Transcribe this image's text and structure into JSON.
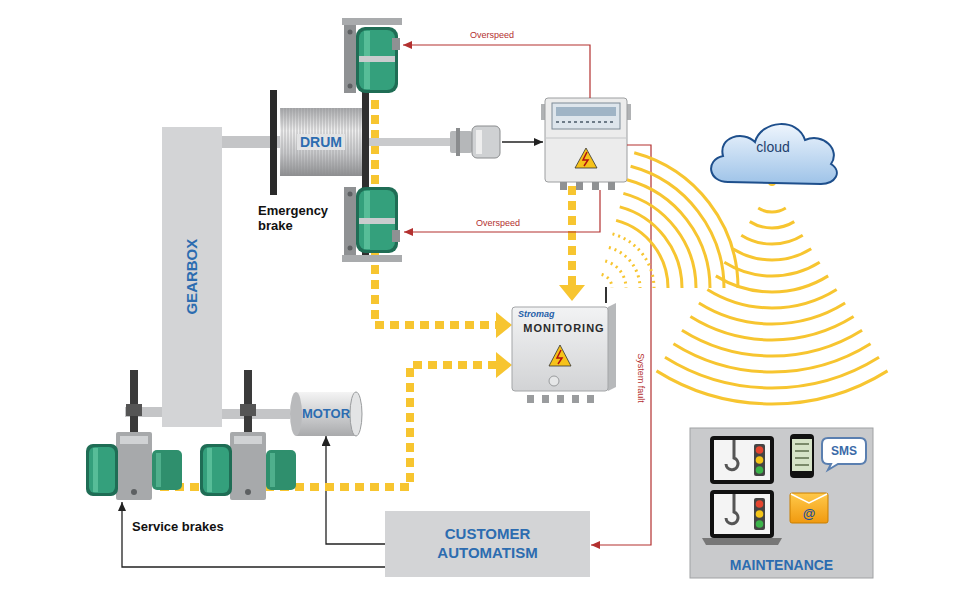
{
  "diagram": {
    "nodes": [
      {
        "text": [
          "DRUM"
        ]
      },
      {
        "text": [
          "cloud"
        ]
      },
      {
        "text": [
          "GEARBOX"
        ]
      },
      {
        "text": [
          "Stromag",
          "MONITORING"
        ]
      },
      {
        "text": [
          "MOTOR"
        ]
      },
      {
        "text": [
          "MAINTENANCE"
        ]
      },
      {
        "text": [
          "SMS"
        ],
        "in": 5
      },
      {
        "text": [
          "@"
        ],
        "in": 5
      },
      {
        "text": [
          "CUSTOMER AUTOMATISM"
        ]
      }
    ],
    "edges": [
      {
        "from": 2,
        "to": 0,
        "arrow": "none"
      },
      {
        "from": 2,
        "to": 4,
        "arrow": "none"
      },
      {
        "from": 8,
        "to": 4,
        "arrow": "to"
      }
    ],
    "labels": [
      "Overspeed",
      "Overspeed",
      "System fault",
      "Emergency brake",
      "Service brakes"
    ]
  }
}
